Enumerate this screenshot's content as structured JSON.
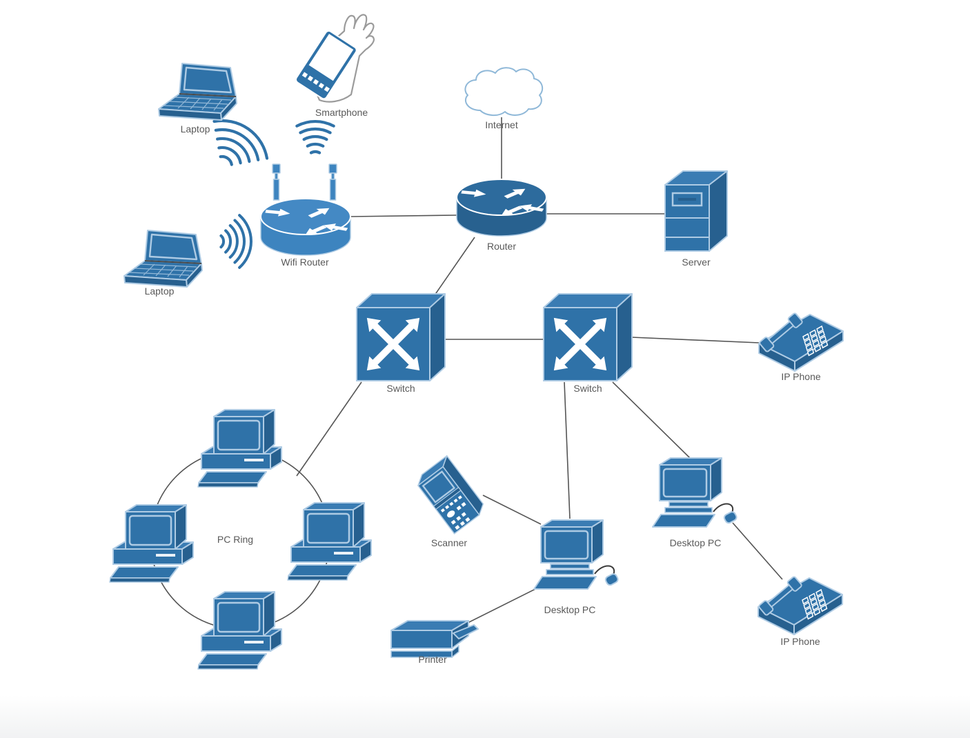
{
  "diagram": {
    "nodes": [
      {
        "id": "laptop-top",
        "type": "laptop",
        "label": "Laptop"
      },
      {
        "id": "smartphone",
        "type": "smartphone",
        "label": "Smartphone"
      },
      {
        "id": "internet",
        "type": "cloud",
        "label": "Internet"
      },
      {
        "id": "wifi-router",
        "type": "wifi-router",
        "label": "Wifi Router"
      },
      {
        "id": "router",
        "type": "router",
        "label": "Router"
      },
      {
        "id": "server",
        "type": "server",
        "label": "Server"
      },
      {
        "id": "laptop-left",
        "type": "laptop",
        "label": "Laptop"
      },
      {
        "id": "switch-left",
        "type": "switch",
        "label": "Switch"
      },
      {
        "id": "switch-right",
        "type": "switch",
        "label": "Switch"
      },
      {
        "id": "ip-phone-top",
        "type": "ip-phone",
        "label": "IP Phone"
      },
      {
        "id": "pc-ring",
        "type": "pc-ring",
        "label": "PC Ring",
        "pc_count": 4
      },
      {
        "id": "scanner",
        "type": "scanner",
        "label": "Scanner"
      },
      {
        "id": "desktop-pc-center",
        "type": "desktop-pc",
        "label": "Desktop PC"
      },
      {
        "id": "desktop-pc-right",
        "type": "desktop-pc",
        "label": "Desktop PC"
      },
      {
        "id": "printer",
        "type": "printer",
        "label": "Printer"
      },
      {
        "id": "ip-phone-bottom",
        "type": "ip-phone",
        "label": "IP Phone"
      }
    ],
    "connections": [
      {
        "from": "internet",
        "to": "router",
        "type": "wired"
      },
      {
        "from": "wifi-router",
        "to": "router",
        "type": "wired"
      },
      {
        "from": "router",
        "to": "server",
        "type": "wired"
      },
      {
        "from": "router",
        "to": "switch-left",
        "type": "wired"
      },
      {
        "from": "switch-left",
        "to": "switch-right",
        "type": "wired"
      },
      {
        "from": "switch-right",
        "to": "ip-phone-top",
        "type": "wired"
      },
      {
        "from": "switch-left",
        "to": "pc-ring",
        "type": "wired"
      },
      {
        "from": "switch-right",
        "to": "desktop-pc-center",
        "type": "wired"
      },
      {
        "from": "switch-right",
        "to": "desktop-pc-right",
        "type": "wired"
      },
      {
        "from": "scanner",
        "to": "desktop-pc-center",
        "type": "wired"
      },
      {
        "from": "printer",
        "to": "desktop-pc-center",
        "type": "wired"
      },
      {
        "from": "desktop-pc-right",
        "to": "ip-phone-bottom",
        "type": "wired"
      },
      {
        "from": "laptop-top",
        "to": "wifi-router",
        "type": "wireless"
      },
      {
        "from": "smartphone",
        "to": "wifi-router",
        "type": "wireless"
      },
      {
        "from": "laptop-left",
        "to": "wifi-router",
        "type": "wireless"
      }
    ],
    "colors": {
      "device": "#2f72a8",
      "device_side": "#27608f",
      "device_top": "#3a7cb3",
      "router_body": "#28618f",
      "router_top": "#2d6b9d",
      "wifi_body": "#3d84bf",
      "wifi_top": "#4489c4",
      "icon_outline": "#aecbe4",
      "cloud_outline": "#8fb8d8",
      "hand_outline": "#9b9b9b",
      "connector": "#545454",
      "label": "#595959",
      "footer": "#f3f4f5"
    }
  }
}
